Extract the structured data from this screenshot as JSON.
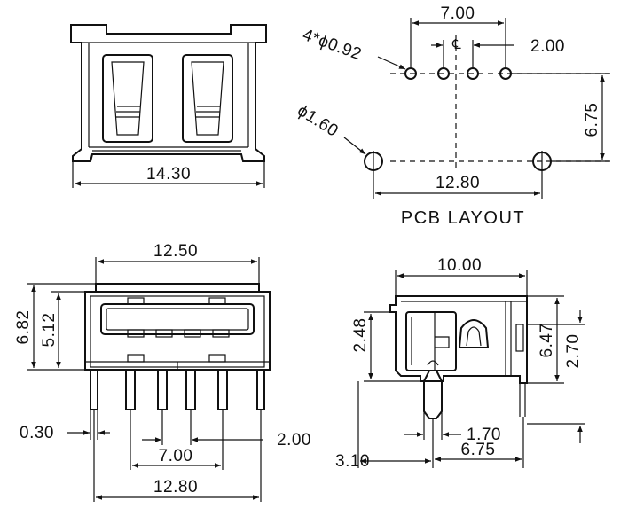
{
  "top_front_view": {
    "width_dim": "14.30"
  },
  "pcb_layout": {
    "title": "PCB LAYOUT",
    "hole_small_callout": "4*ϕ0.92",
    "hole_large_callout": "ϕ1.60",
    "pin_span_dim": "7.00",
    "pin_pitch_dim": "2.00",
    "vertical_dim": "6.75",
    "mount_span_dim": "12.80"
  },
  "bottom_front_view": {
    "top_width_dim": "12.50",
    "height_outer_dim": "6.82",
    "height_inner_dim": "5.12",
    "pin_thickness_dim": "0.30",
    "pin_pitch_dim": "2.00",
    "pin_span_dim": "7.00",
    "mount_span_dim": "12.80"
  },
  "side_view": {
    "depth_dim": "10.00",
    "left_height_dim": "2.48",
    "right_height_dim": "6.47",
    "right_offset_dim": "2.70",
    "bottom_left_dim": "3.10",
    "bottom_mid_dim": "1.70",
    "bottom_right_dim": "6.75"
  }
}
